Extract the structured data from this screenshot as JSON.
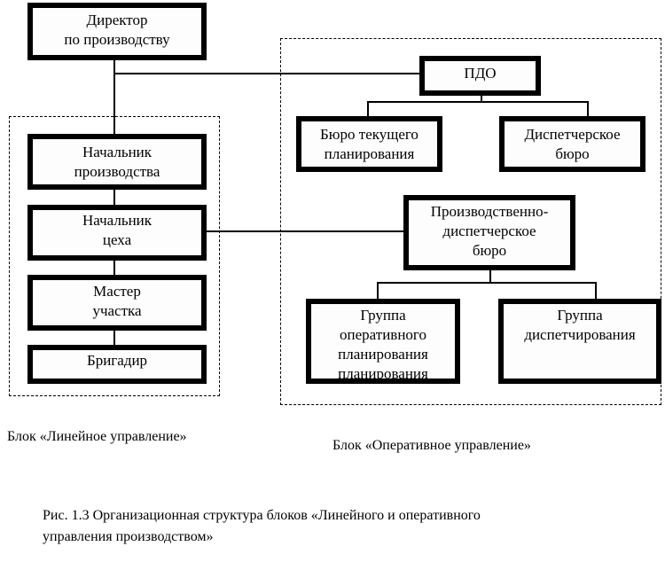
{
  "diagram": {
    "boxes": {
      "director": [
        "Директор",
        "по производству"
      ],
      "pdo": [
        "ПДО"
      ],
      "current_planning": [
        "Бюро текущего",
        "планирования"
      ],
      "dispatch_bureau": [
        "Диспетчерское",
        "бюро"
      ],
      "head_production": [
        "Начальник",
        "производства"
      ],
      "head_shop": [
        "Начальник",
        "цеха"
      ],
      "master": [
        "Мастер",
        "участка"
      ],
      "foreman": [
        "Бригадир"
      ],
      "prod_dispatch": [
        "Производственно-",
        "диспетчерское",
        "бюро"
      ],
      "op_planning_group": [
        "Группа",
        "оперативного",
        "планирования",
        "планирования"
      ],
      "dispatch_group": [
        "Группа",
        "диспетчирования"
      ]
    },
    "blocks": {
      "linear": "Блок «Линейное управление»",
      "operational": "Блок «Оперативное управление»"
    },
    "caption": [
      "Рис. 1.3 Организационная структура блоков «Линейного и оперативного",
      "управления производством»"
    ]
  }
}
